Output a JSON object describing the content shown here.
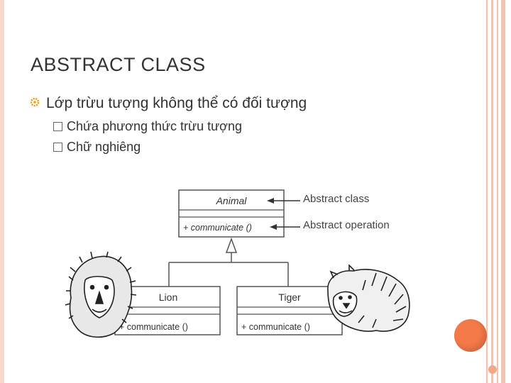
{
  "slide": {
    "title": "ABSTRACT CLASS",
    "bullet": "Lớp trừu tượng không thể có đối tượng",
    "subbullets": [
      "Chứa phương thức trừu tượng",
      "Chữ nghiêng"
    ]
  },
  "diagram": {
    "abstract_class_name": "Animal",
    "abstract_operation": "+ communicate ()",
    "label_abstract_class": "Abstract class",
    "label_abstract_operation": "Abstract operation",
    "subclass_left_name": "Lion",
    "subclass_left_operation": "+ communicate ()",
    "subclass_right_name": "Tiger",
    "subclass_right_operation": "+ communicate ()"
  },
  "colors": {
    "accent": "#f47a4a",
    "frame": "#f3c3b0",
    "bullet_icon": "#e8a020"
  }
}
